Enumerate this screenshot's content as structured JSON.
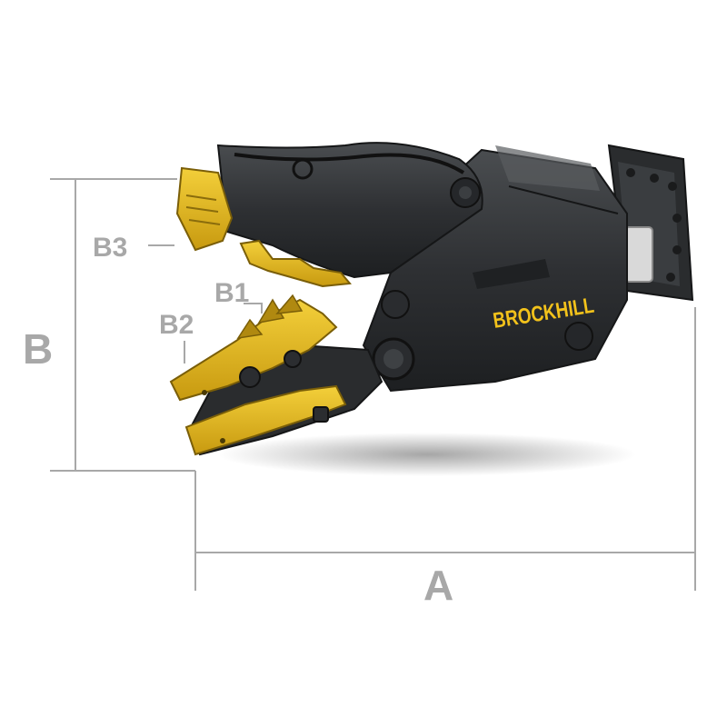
{
  "labels": {
    "dim_a": "A",
    "dim_b": "B",
    "dim_b1": "B1",
    "dim_b2": "B2",
    "dim_b3": "B3"
  },
  "brand": {
    "logo_text": "BROCKHILL"
  },
  "colors": {
    "dimension_gray": "#a8a8a8",
    "body_dark": "#2f3133",
    "jaw_yellow": "#e3b820",
    "logo_yellow": "#f2c21b"
  }
}
